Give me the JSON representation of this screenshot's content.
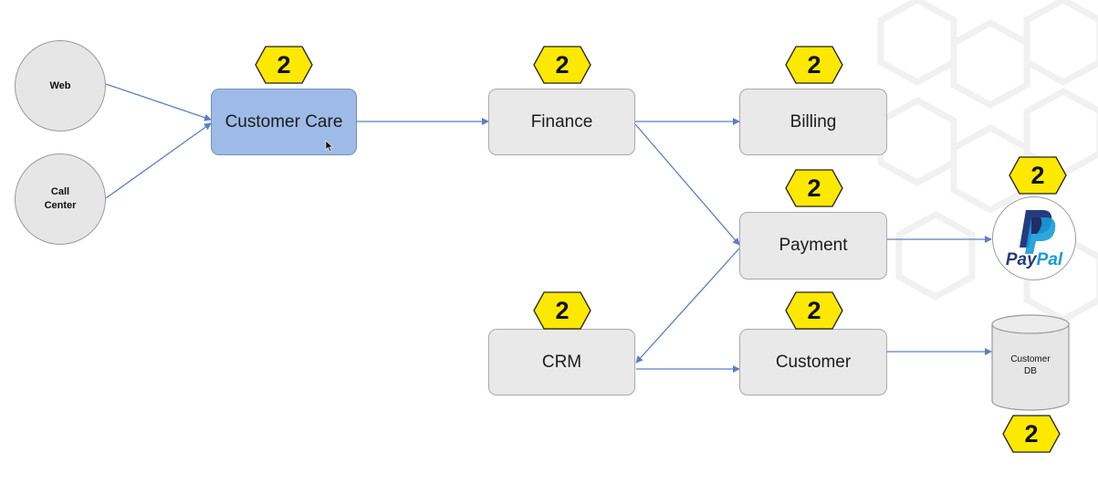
{
  "nodes": {
    "web": "Web",
    "call_center": [
      "Call",
      "Center"
    ],
    "customer_care": "Customer Care",
    "finance": "Finance",
    "billing": "Billing",
    "payment": "Payment",
    "crm": "CRM",
    "customer": "Customer",
    "customer_db": [
      "Customer",
      "DB"
    ],
    "paypal": {
      "pay": "Pay",
      "pal": "Pal"
    }
  },
  "badges": {
    "customer_care": "2",
    "finance": "2",
    "billing": "2",
    "payment": "2",
    "paypal": "2",
    "crm": "2",
    "customer": "2",
    "customer_db": "2"
  },
  "colors": {
    "badge_fill": "#fde800",
    "selected_fill": "#9dbbe6",
    "arrow": "#5b7fc4",
    "paypal_dark": "#253b80",
    "paypal_light": "#179bd7"
  },
  "icons": [
    "paypal-logo-icon",
    "database-cylinder-icon",
    "mouse-cursor-icon"
  ]
}
